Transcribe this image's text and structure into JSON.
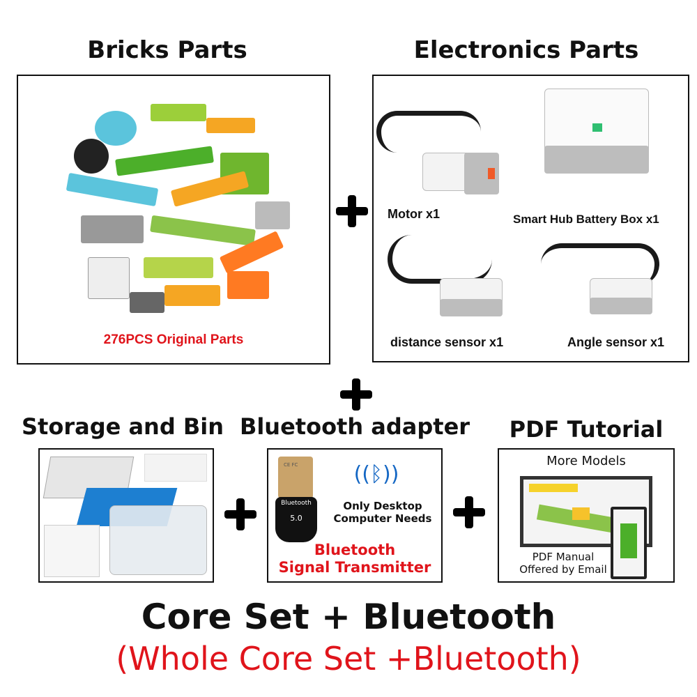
{
  "sections": {
    "bricks": {
      "title": "Bricks Parts",
      "caption": "276PCS Original Parts"
    },
    "electronics": {
      "title": "Electronics Parts",
      "items": [
        "Motor x1",
        "Smart Hub Battery Box x1",
        "distance sensor x1",
        "Angle sensor x1"
      ]
    },
    "storage": {
      "title": "Storage and Bin"
    },
    "bluetooth": {
      "title": "Bluetooth adapter",
      "dongle_label": "Bluetooth",
      "dongle_version": "5.0",
      "dongle_marks": "CE FC",
      "note": [
        "Only Desktop",
        "Computer Needs"
      ],
      "caption": [
        "Bluetooth",
        "Signal Transmitter"
      ]
    },
    "pdf": {
      "title": "PDF Tutorial",
      "header": "More Models",
      "caption": [
        "PDF Manual",
        "Offered by Email"
      ]
    }
  },
  "footer": {
    "title": "Core Set + Bluetooth",
    "subtitle": "(Whole Core Set +Bluetooth)"
  },
  "colors": {
    "accent_red": "#e0141b",
    "text": "#111111"
  }
}
